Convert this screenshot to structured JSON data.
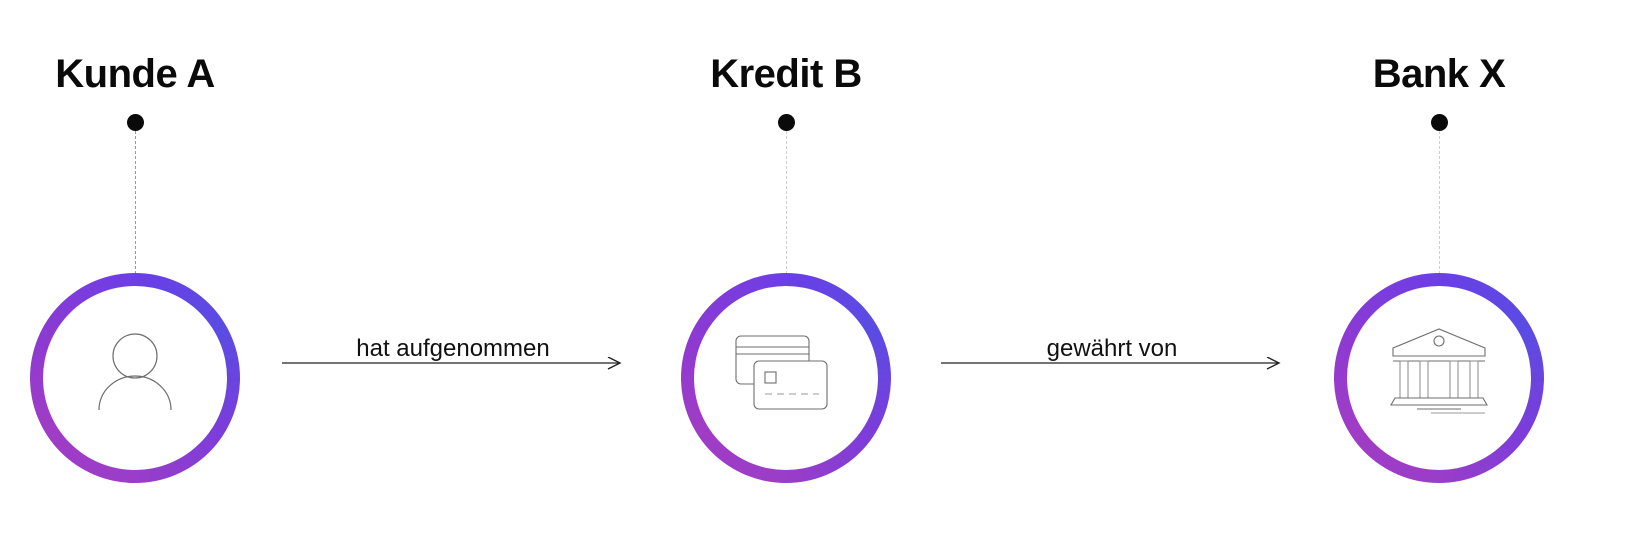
{
  "nodes": [
    {
      "id": "kunde",
      "title": "Kunde A",
      "icon": "person-icon"
    },
    {
      "id": "kredit",
      "title": "Kredit B",
      "icon": "credit-cards-icon"
    },
    {
      "id": "bank",
      "title": "Bank X",
      "icon": "bank-building-icon"
    }
  ],
  "edges": [
    {
      "from": "Kunde A",
      "to": "Kredit B",
      "label": "hat aufgenommen"
    },
    {
      "from": "Kredit B",
      "to": "Bank X",
      "label": "gewährt von"
    }
  ],
  "colors": {
    "ring_start": "#5a4ce3",
    "ring_end": "#a03cc6",
    "text": "#0a0a0a",
    "icon_stroke": "#6e6e6e"
  }
}
